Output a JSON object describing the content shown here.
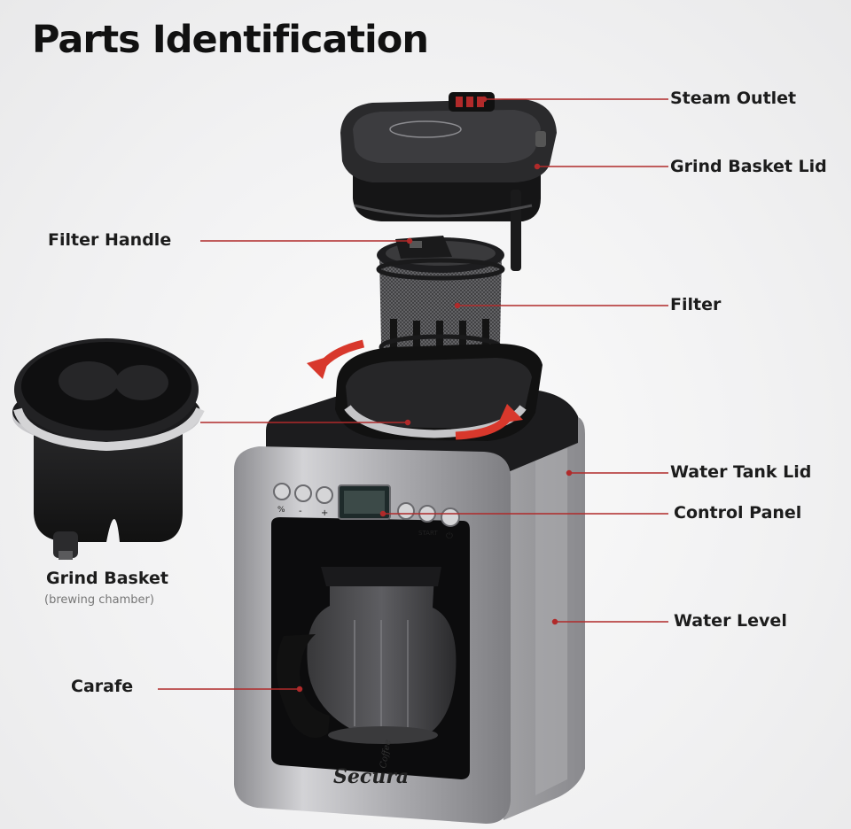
{
  "title": "Parts Identification",
  "labels": {
    "steam_outlet": "Steam Outlet",
    "grind_basket_lid": "Grind Basket Lid",
    "filter_handle": "Filter Handle",
    "filter": "Filter",
    "water_tank_lid": "Water Tank Lid",
    "control_panel": "Control Panel",
    "grind_basket": "Grind Basket",
    "grind_basket_note": "(brewing chamber)",
    "water_level": "Water Level",
    "carafe": "Carafe"
  },
  "panel": {
    "minus": "-",
    "plus": "+",
    "start": "START"
  },
  "brand": {
    "name": "Secura",
    "sub": "Coffee"
  },
  "colors": {
    "leader_line": "#b02a2a",
    "arrow": "#d8382c",
    "body_dark": "#1d1d1f",
    "steel": "#b9b9bc"
  }
}
